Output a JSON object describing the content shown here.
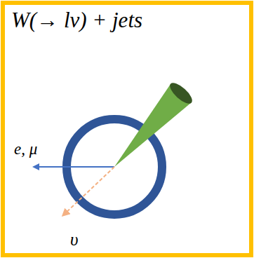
{
  "diagram": {
    "title": "W(→ lv) + jets",
    "labels": [
      "e, μ",
      "υ"
    ]
  }
}
